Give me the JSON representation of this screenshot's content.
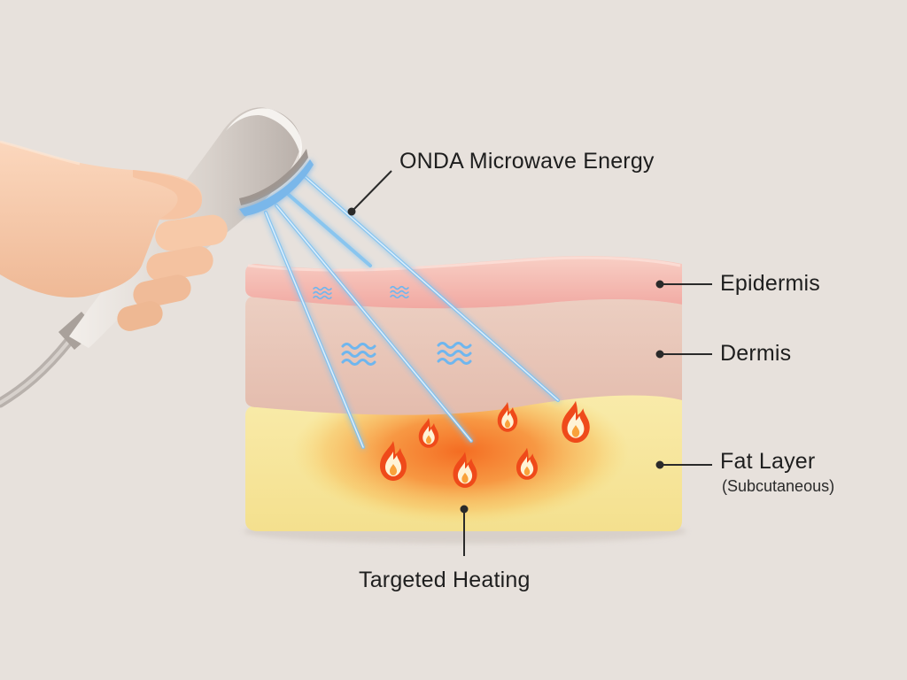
{
  "labels": {
    "energy": "ONDA Microwave Energy",
    "epidermis": "Epidermis",
    "dermis": "Dermis",
    "fat": "Fat Layer",
    "fat_sub": "(Subcutaneous)",
    "heating": "Targeted Heating"
  },
  "colors": {
    "background": "#e7e1dc",
    "epidermis": "#f4b6ae",
    "dermis": "#e9c7b9",
    "fat": "#f7e7a0",
    "heat": "#f57a2a",
    "beam": "#7fc2f2",
    "label_text": "#1e1e1e"
  },
  "icons": {
    "flame": "flame-icon",
    "wave": "wave-icon",
    "hand": "hand-illustration",
    "device": "handpiece-device"
  }
}
